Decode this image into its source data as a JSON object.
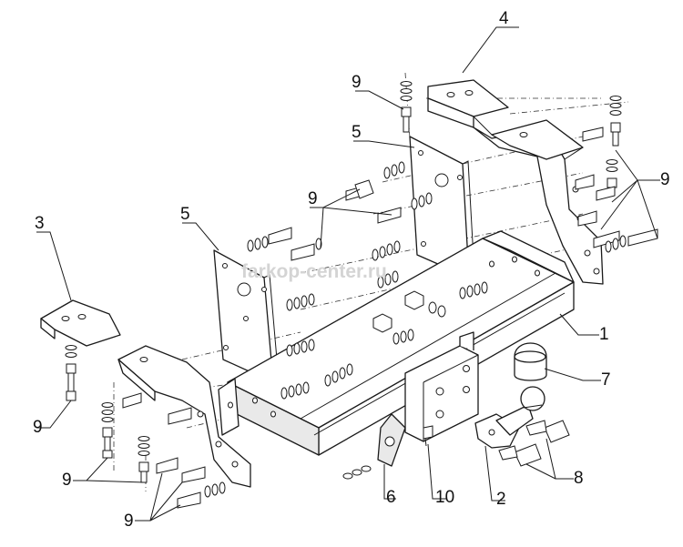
{
  "watermark": "farkop-center.ru",
  "callouts": {
    "c1": "1",
    "c2": "2",
    "c3": "3",
    "c4": "4",
    "c5a": "5",
    "c5b": "5",
    "c6": "6",
    "c7": "7",
    "c8": "8",
    "c9a": "9",
    "c9b": "9",
    "c9c": "9",
    "c9d": "9",
    "c9e": "9",
    "c9f": "9",
    "c10": "10"
  },
  "colors": {
    "line": "#1a1a1a",
    "watermark": "#d4d4d4",
    "background": "#ffffff"
  }
}
